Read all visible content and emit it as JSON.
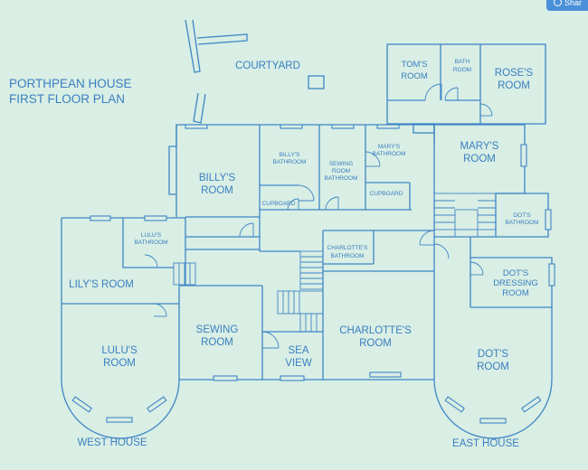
{
  "title": {
    "line1": "PORTHPEAN HOUSE",
    "line2": "FIRST FLOOR PLAN"
  },
  "share_button": {
    "label": "Shar"
  },
  "areas": {
    "courtyard": "COURTYARD",
    "west_house": "WEST HOUSE",
    "east_house": "EAST HOUSE"
  },
  "rooms": {
    "toms_room": [
      "TOM'S",
      "ROOM"
    ],
    "bath_room": [
      "BATH",
      "ROOM"
    ],
    "roses_room": [
      "ROSE'S",
      "ROOM"
    ],
    "marys_room": [
      "MARY'S",
      "ROOM"
    ],
    "billys_bathroom": [
      "BILLY'S",
      "BATHROOM"
    ],
    "sewing_room_bathroom": [
      "SEWING",
      "ROOM",
      "BATHROOM"
    ],
    "marys_bathroom": [
      "MARY'S",
      "BATHROOM"
    ],
    "billys_room": [
      "BILLY'S",
      "ROOM"
    ],
    "cupboard_1": [
      "CUPBOARD"
    ],
    "cupboard_2": [
      "CUPBOARD"
    ],
    "dots_bathroom": [
      "DOT'S",
      "BATHROOM"
    ],
    "lulus_bathroom": [
      "LULU'S",
      "BATHROOM"
    ],
    "charlottes_bathroom": [
      "CHARLOTTE'S",
      "BATHROOM"
    ],
    "dots_dressing_room": [
      "DOT'S",
      "DRESSING",
      "ROOM"
    ],
    "lilys_room": [
      "LILY'S ROOM"
    ],
    "sewing_room": [
      "SEWING",
      "ROOM"
    ],
    "sea_view": [
      "SEA",
      "VIEW"
    ],
    "charlottes_room": [
      "CHARLOTTE'S",
      "ROOM"
    ],
    "lulus_room": [
      "LULU'S",
      "ROOM"
    ],
    "dots_room": [
      "DOT'S",
      "ROOM"
    ]
  }
}
